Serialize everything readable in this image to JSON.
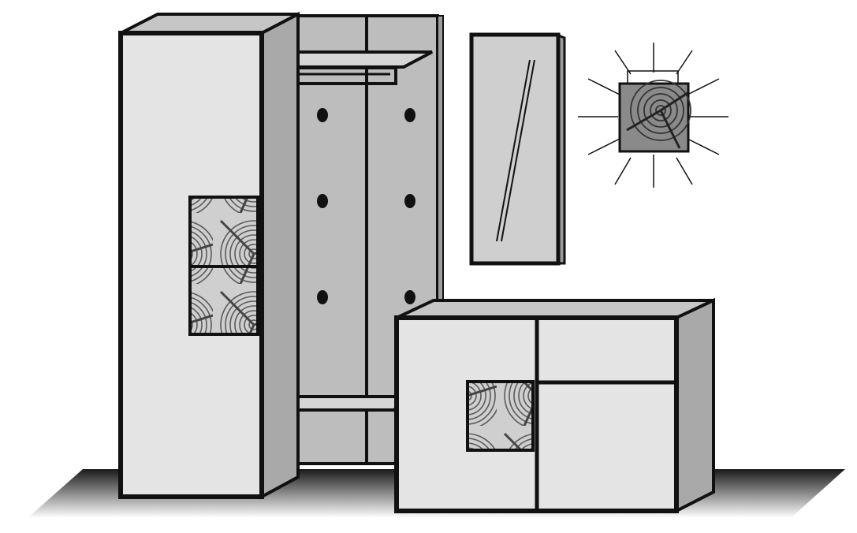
{
  "scene": {
    "items": [
      {
        "id": "tall-cabinet",
        "kind": "wardrobe",
        "door_inserts": 2
      },
      {
        "id": "coat-rack-panel",
        "kind": "coat-rack",
        "hooks": 6,
        "shelves": 2
      },
      {
        "id": "wall-mirror",
        "kind": "mirror"
      },
      {
        "id": "wall-clock",
        "kind": "clock"
      },
      {
        "id": "low-sideboard",
        "kind": "sideboard",
        "door_inserts": 1
      }
    ],
    "colors": {
      "outline": "#111111",
      "light_face": "#e4e4e4",
      "mid_face": "#bdbdbd",
      "dark_side": "#a9a9a9",
      "wood_insert": "#c9c9c9",
      "wood_ring": "#6a6a6a",
      "floor_light": "#ffffff",
      "floor_dark": "#1a1a1a"
    }
  }
}
